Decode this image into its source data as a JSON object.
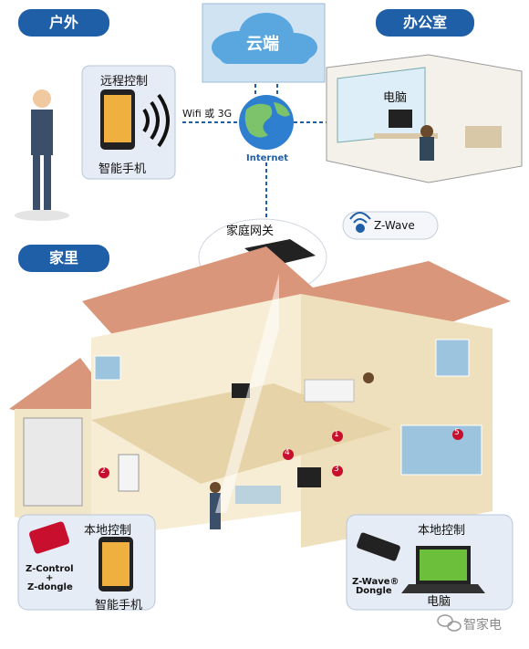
{
  "sections": {
    "outdoor": "户外",
    "office": "办公室",
    "home": "家里"
  },
  "cloud": "云端",
  "internet": "Internet",
  "wifi_3g": "Wifi 或 3G",
  "remote_control": {
    "title": "远程控制",
    "device": "智能手机"
  },
  "office_pc": "电脑",
  "home_gateway": "家庭网关",
  "zwave_badge": "Z-Wave",
  "local_control_left": {
    "title": "本地控制",
    "dongle_line1": "Z-Control",
    "dongle_plus": "+",
    "dongle_line2": "Z-dongle",
    "device": "智能手机"
  },
  "local_control_right": {
    "title": "本地控制",
    "dongle_line1": "Z-Wave®",
    "dongle_line2": "Dongle",
    "device": "电脑"
  },
  "markers": [
    "1",
    "2",
    "3",
    "4",
    "5"
  ],
  "watermark": "智家电",
  "colors": {
    "accent": "#1f5fa8",
    "roof": "#d9967a",
    "wall": "#f2e6c8",
    "marker": "#c8102e"
  }
}
